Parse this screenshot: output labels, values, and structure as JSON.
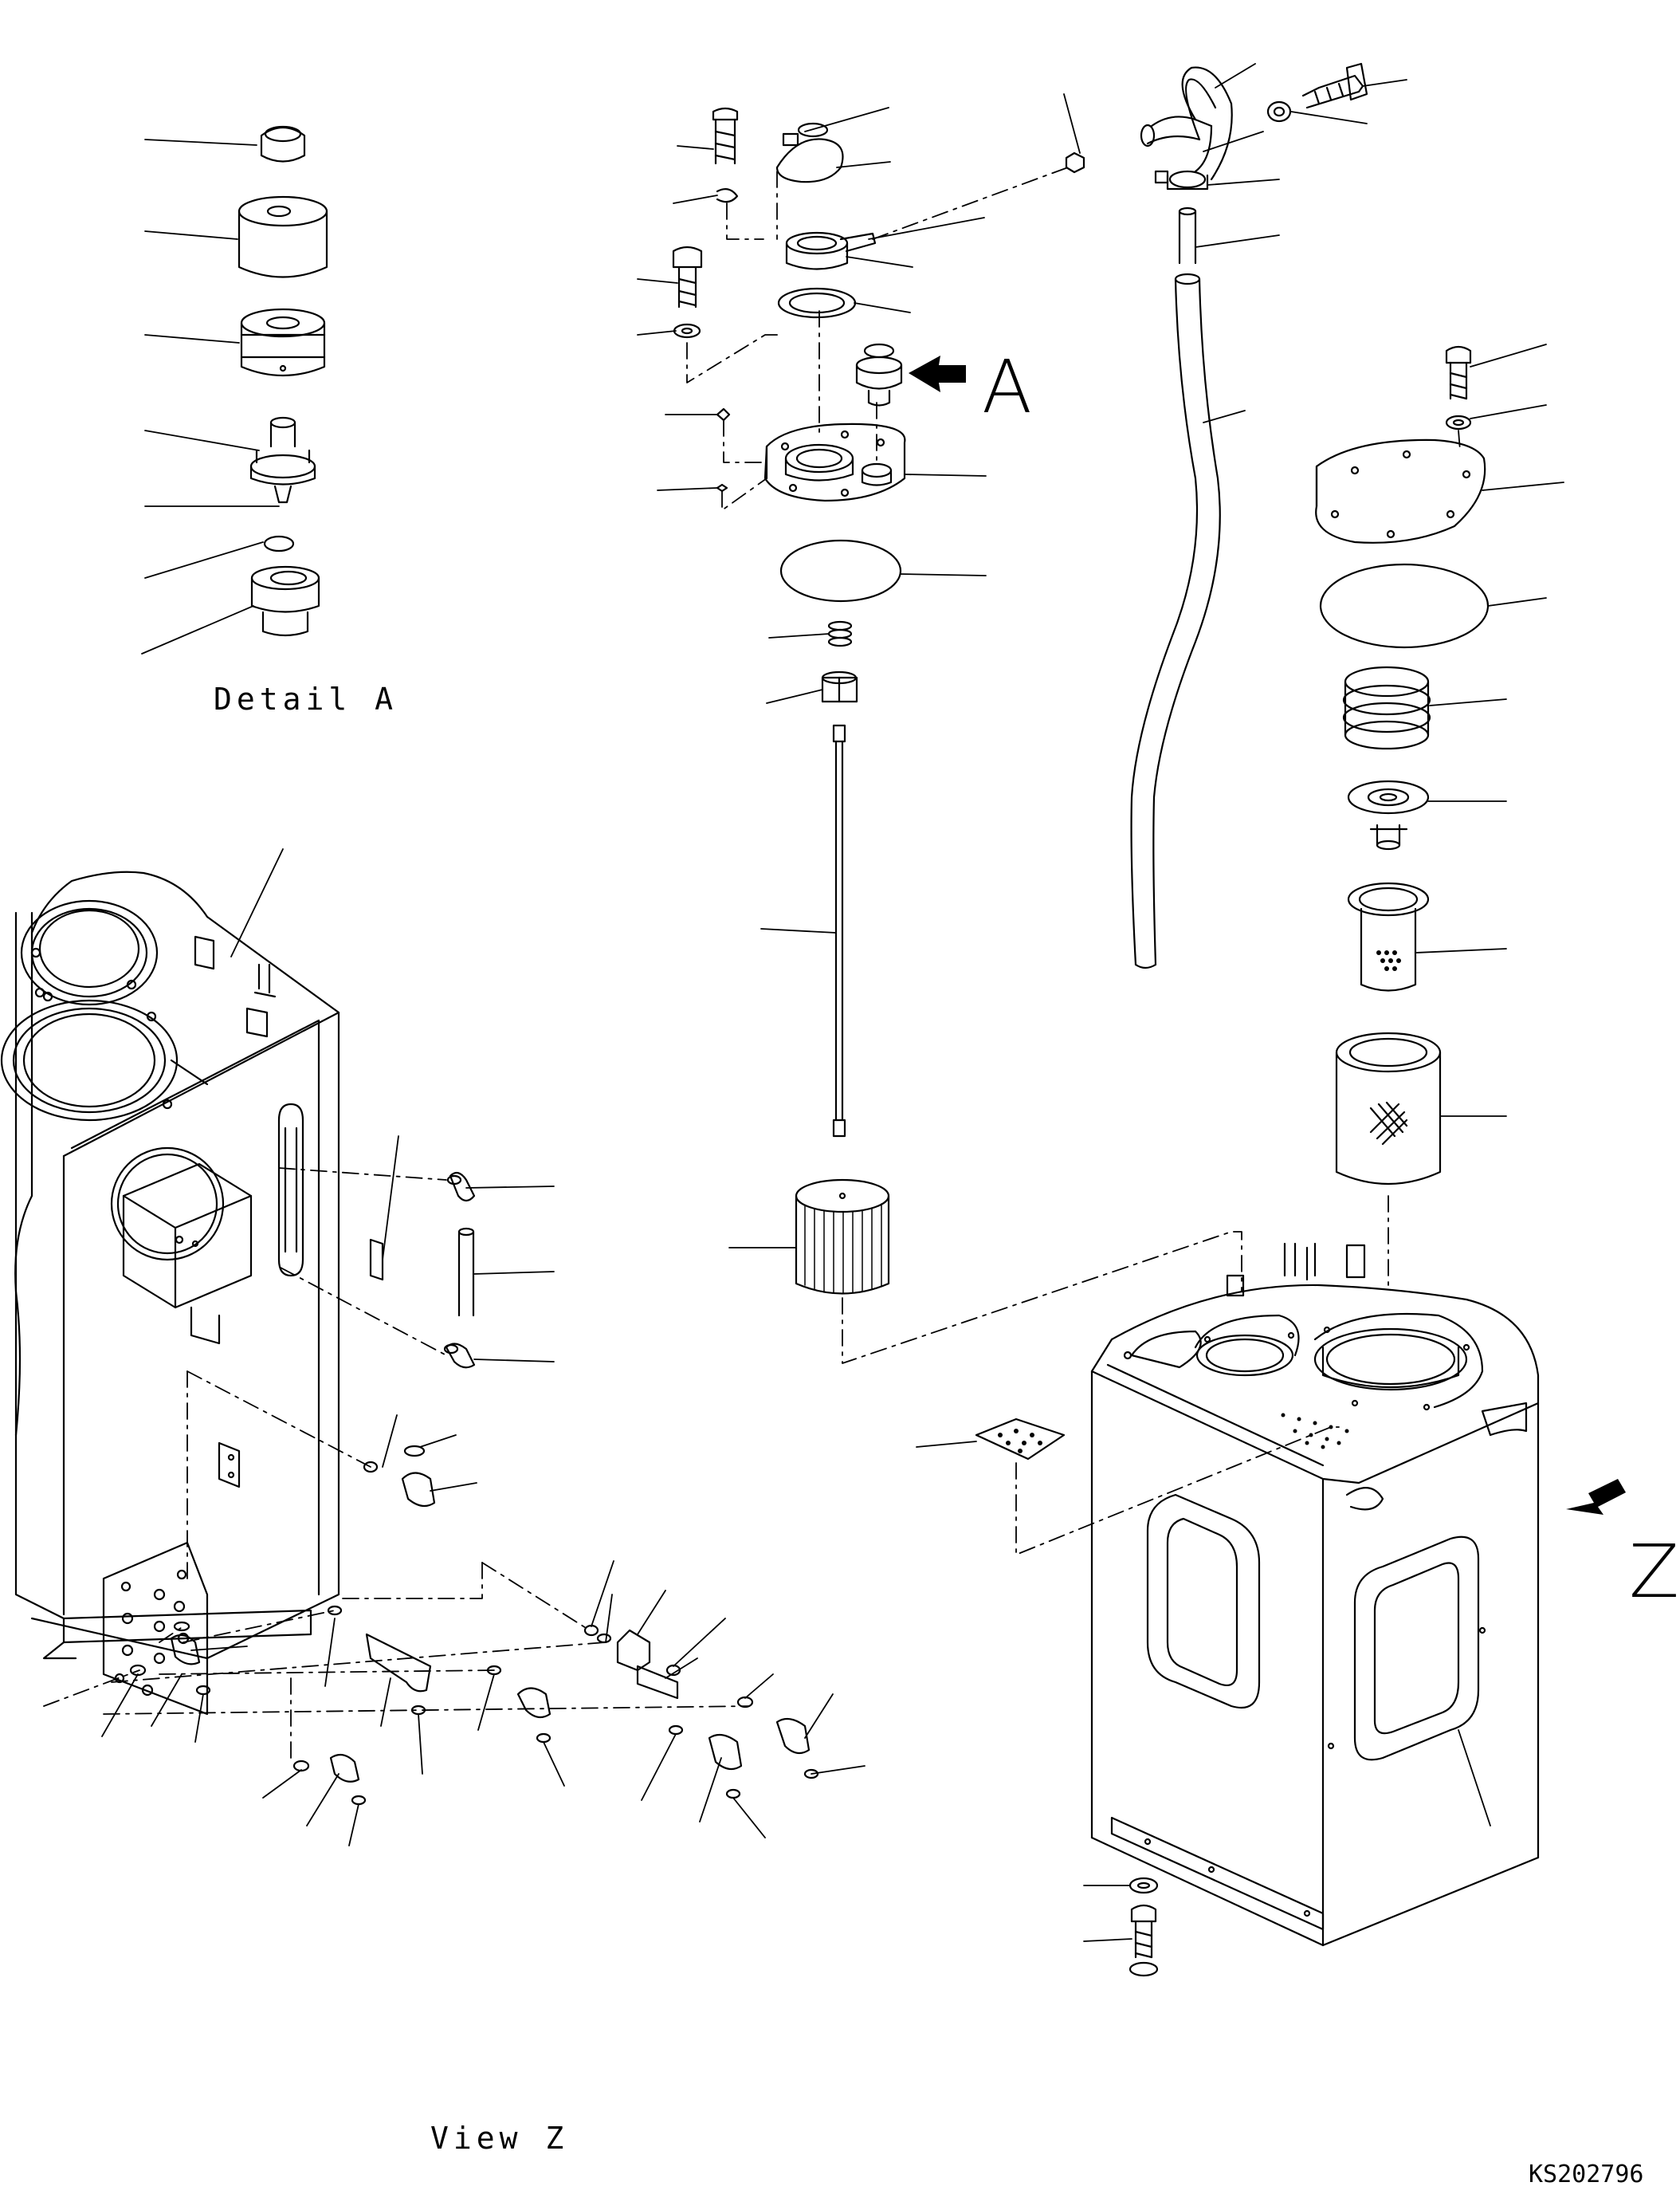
{
  "labels": {
    "detail_a": "Detail A",
    "view_z": "View Z",
    "callout_a": "A",
    "callout_z": "Z",
    "drawing_code": "KS202796"
  },
  "colors": {
    "line": "#000000",
    "background": "#ffffff"
  }
}
